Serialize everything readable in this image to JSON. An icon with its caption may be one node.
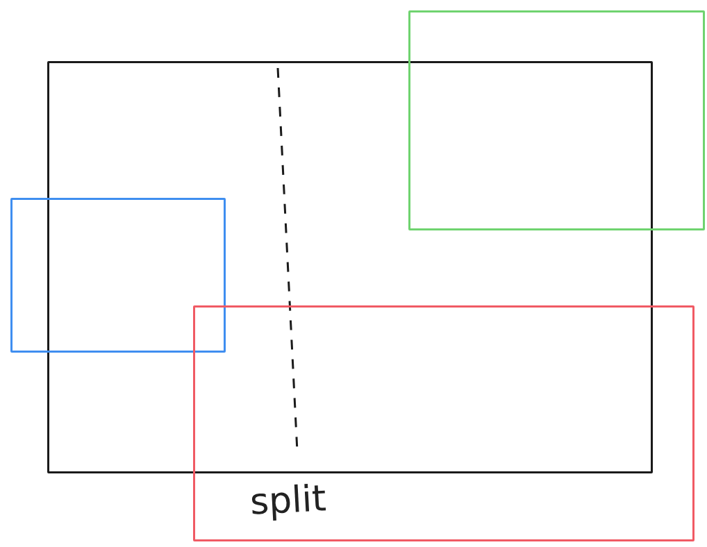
{
  "diagram": {
    "nodes": [
      {
        "text": [],
        "shape": "box"
      },
      {
        "text": [],
        "shape": "box"
      },
      {
        "text": [],
        "shape": "box"
      },
      {
        "text": [],
        "shape": "box"
      }
    ],
    "labels": [
      "split"
    ]
  }
}
